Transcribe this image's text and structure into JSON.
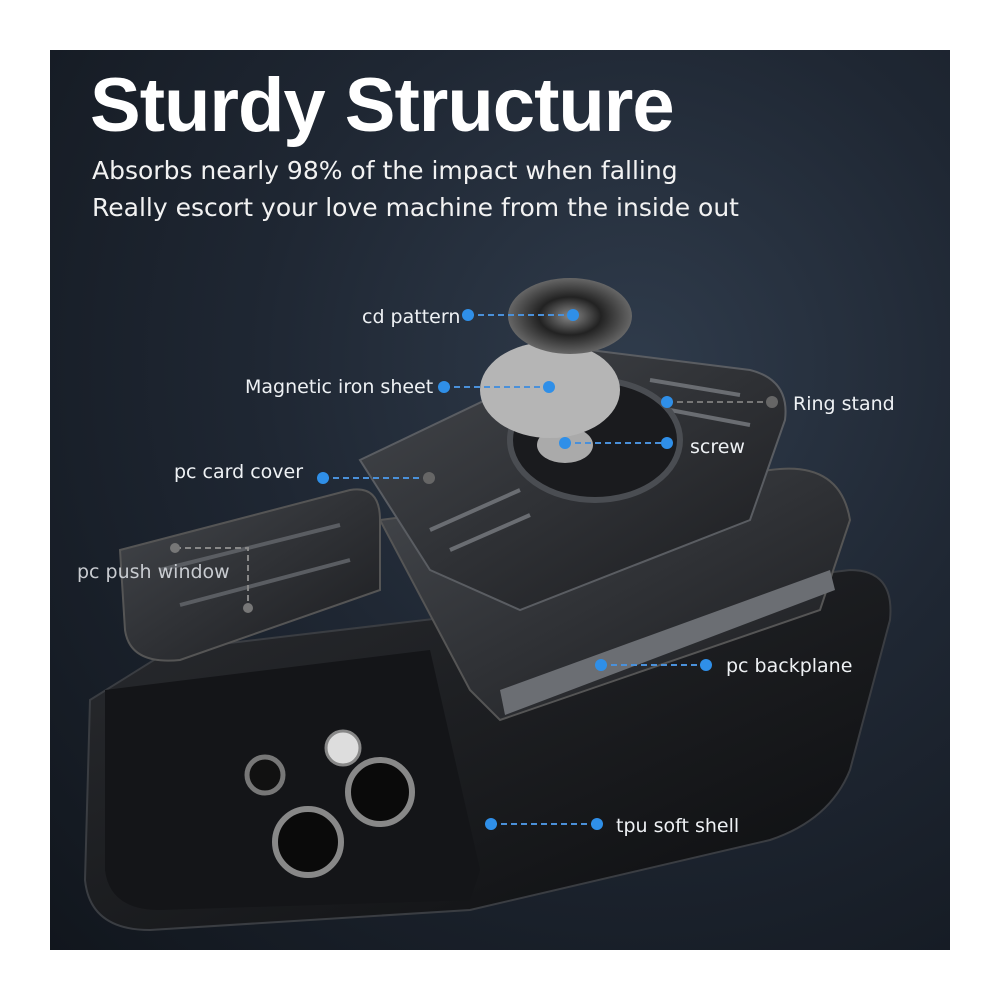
{
  "headline": "Sturdy Structure",
  "subtitle_lines": [
    "Absorbs nearly 98% of the impact when falling",
    "Really escort your love machine from the inside out"
  ],
  "labels": {
    "cd_pattern": "cd pattern",
    "magnetic_iron_sheet": "Magnetic iron sheet",
    "ring_stand": "Ring stand",
    "screw": "screw",
    "pc_card_cover": "pc card cover",
    "pc_push_window": "pc push window",
    "pc_backplane": "pc backplane",
    "tpu_soft_shell": "tpu soft shell"
  },
  "colors": {
    "accent_dot": "#2f8fe8",
    "leader_line": "#4a90d9",
    "panel": "#1f2733"
  }
}
